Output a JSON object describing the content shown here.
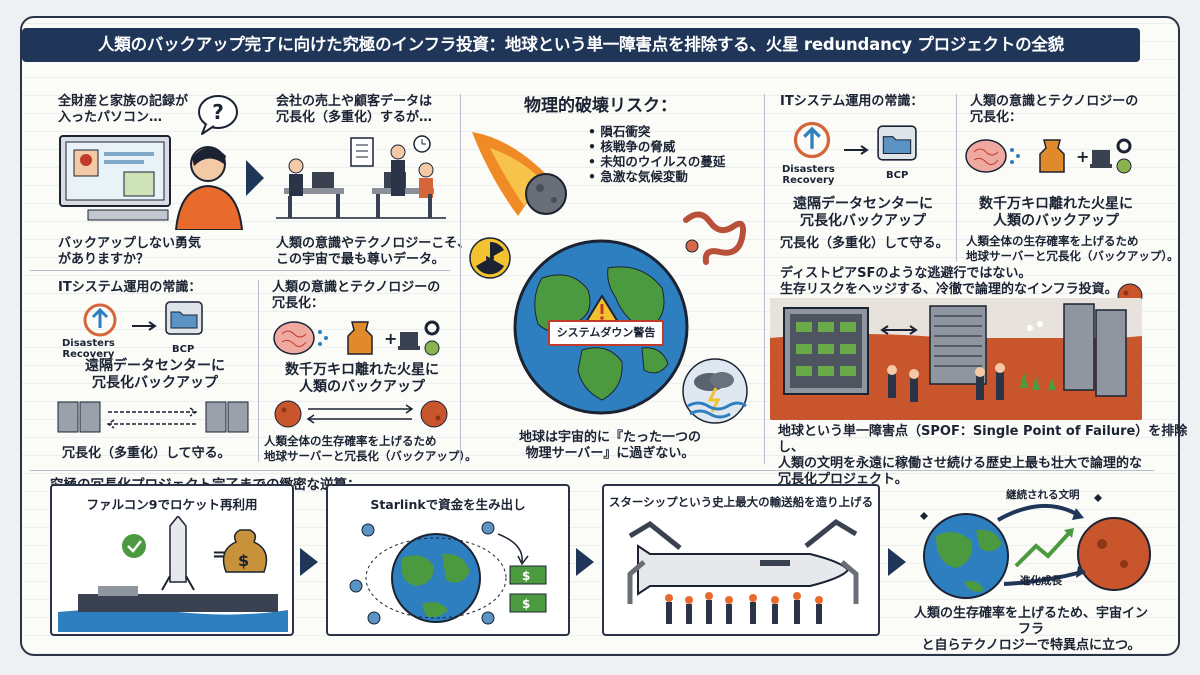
{
  "title": "人類のバックアップ完了に向けた究極のインフラ投資：地球という単一障害点を排除する、火星 redundancy プロジェクトの全貌",
  "panel_pc": {
    "question": "全財産と家族の記録が\n入ったパソコン…",
    "caption": "バックアップしない勇気\nがありますか？",
    "bubble": "?"
  },
  "panel_office": {
    "question": "会社の売上や顧客データは\n冗長化（多重化）するが…",
    "caption": "人類の意識やテクノロジーこそ、\nこの宇宙で最も尊いデータ。"
  },
  "panel_it_left": {
    "heading": "ITシステム運用の常識：",
    "dr_label": "Disasters\nRecovery",
    "bcp_label": "BCP",
    "title": "遠隔データセンターに\n冗長化バックアップ",
    "caption": "冗長化（多重化）して守る。"
  },
  "panel_human_left": {
    "heading": "人類の意識とテクノロジーの\n冗長化：",
    "title": "数千万キロ離れた火星に\n人類のバックアップ",
    "caption": "人類全体の生存確率を上げるため\n地球サーバーと冗長化（バックアップ）。"
  },
  "center": {
    "heading": "物理的破壊リスク：",
    "risks": [
      "隕石衝突",
      "核戦争の脅威",
      "未知のウイルスの蔓延",
      "急激な気候変動"
    ],
    "warning": "システムダウン警告",
    "caption": "地球は宇宙的に『たった一つの\n物理サーバー』に過ぎない。"
  },
  "panel_it_right": {
    "heading": "ITシステム運用の常識：",
    "dr_label": "Disasters\nRecovery",
    "bcp_label": "BCP",
    "title": "遠隔データセンターに\n冗長化バックアップ",
    "caption": "冗長化（多重化）して守る。"
  },
  "panel_human_right": {
    "heading": "人類の意識とテクノロジーの\n冗長化：",
    "title": "数千万キロ離れた火星に\n人類のバックアップ",
    "caption": "人類全体の生存確率を上げるため\n地球サーバーと冗長化（バックアップ）。"
  },
  "mars_intro": "ディストピアSFのような逃避行ではない。\n生存リスクをヘッジする、冷徹で論理的なインフラ投資。",
  "mars_caption": "地球という単一障害点（SPOF：Single Point of Failure）を排除し、\n人類の文明を永遠に稼働させ続ける歴史上最も壮大で論理的な\n冗長化プロジェクト。",
  "steps_heading": "究極の冗長化プロジェクト完了までの緻密な逆算：",
  "steps": [
    {
      "label": "ファルコン9でロケット再利用"
    },
    {
      "label": "Starlinkで資金を生み出し"
    },
    {
      "label": "スターシップという史上最大の輸送船を造り上げる"
    }
  ],
  "final": {
    "top_label": "継続される文明",
    "bottom_label": "進化成長",
    "caption": "人類の生存確率を上げるため、宇宙インフラ\nと自らテクノロジーで特異点に立つ。"
  },
  "colors": {
    "navy": "#1f3658",
    "mars": "#c8552c",
    "earth_blue": "#2e7fc0",
    "earth_green": "#4c9a3f",
    "fire": "#f08a24"
  }
}
